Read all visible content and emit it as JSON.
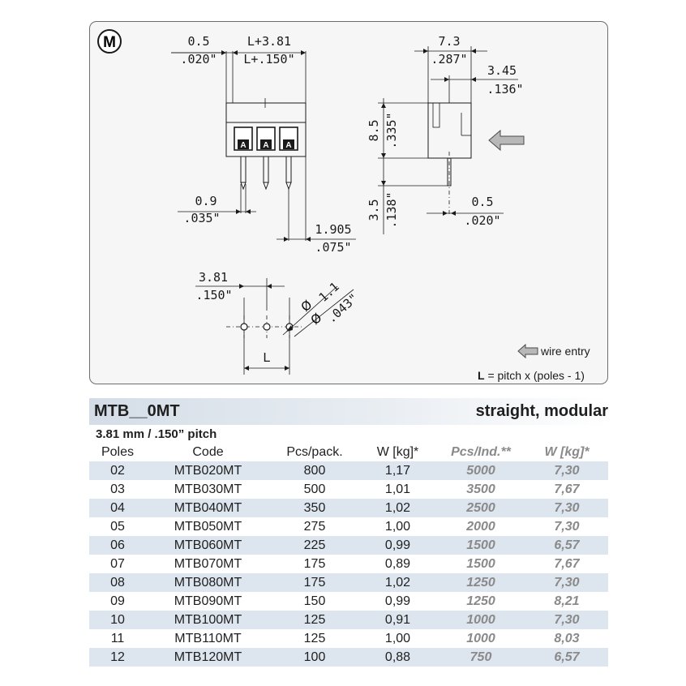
{
  "drawing": {
    "badge": "M",
    "dims": {
      "top_left_mm": "0.5",
      "top_left_in": ".020\"",
      "top_span_mm": "L+3.81",
      "top_span_in": "L+.150\"",
      "pin_w_mm": "0.9",
      "pin_w_in": ".035\"",
      "pin_off_mm": "1.905",
      "pin_off_in": ".075\"",
      "side_w_mm": "7.3",
      "side_w_in": ".287\"",
      "side_off_mm": "3.45",
      "side_off_in": ".136\"",
      "side_h_mm": "8.5",
      "side_h_in": ".335\"",
      "pin_len_mm": "3.5",
      "pin_len_in": ".138\"",
      "pin_t_mm": "0.5",
      "pin_t_in": ".020\"",
      "pitch_mm": "3.81",
      "pitch_in": ".150\"",
      "hole_mm": "1.1",
      "hole_in": ".043\"",
      "hole_sym": "Ø",
      "l_label": "L",
      "term_mark": "A"
    },
    "legend": {
      "wire_entry": "wire entry",
      "formula_bold": "L",
      "formula_rest": " = pitch x (poles - 1)"
    }
  },
  "header": {
    "product": "MTB__0MT",
    "variant": "straight, modular",
    "pitch": "3.81 mm / .150” pitch"
  },
  "table": {
    "columns": [
      "Poles",
      "Code",
      "Pcs/pack.",
      "W [kg]*",
      "Pcs/Ind.**",
      "W [kg]*"
    ],
    "rows": [
      [
        "02",
        "MTB020MT",
        "800",
        "1,17",
        "5000",
        "7,30"
      ],
      [
        "03",
        "MTB030MT",
        "500",
        "1,01",
        "3500",
        "7,67"
      ],
      [
        "04",
        "MTB040MT",
        "350",
        "1,02",
        "2500",
        "7,30"
      ],
      [
        "05",
        "MTB050MT",
        "275",
        "1,00",
        "2000",
        "7,30"
      ],
      [
        "06",
        "MTB060MT",
        "225",
        "0,99",
        "1500",
        "6,57"
      ],
      [
        "07",
        "MTB070MT",
        "175",
        "0,89",
        "1500",
        "7,67"
      ],
      [
        "08",
        "MTB080MT",
        "175",
        "1,02",
        "1250",
        "7,30"
      ],
      [
        "09",
        "MTB090MT",
        "150",
        "0,99",
        "1250",
        "8,21"
      ],
      [
        "10",
        "MTB100MT",
        "125",
        "0,91",
        "1000",
        "7,30"
      ],
      [
        "11",
        "MTB110MT",
        "125",
        "1,00",
        "1000",
        "8,03"
      ],
      [
        "12",
        "MTB120MT",
        "100",
        "0,88",
        "750",
        "6,57"
      ]
    ]
  },
  "colors": {
    "row_band": "#dde5ee",
    "muted": "#8a8a8a",
    "panel": "#f6f6f6"
  }
}
